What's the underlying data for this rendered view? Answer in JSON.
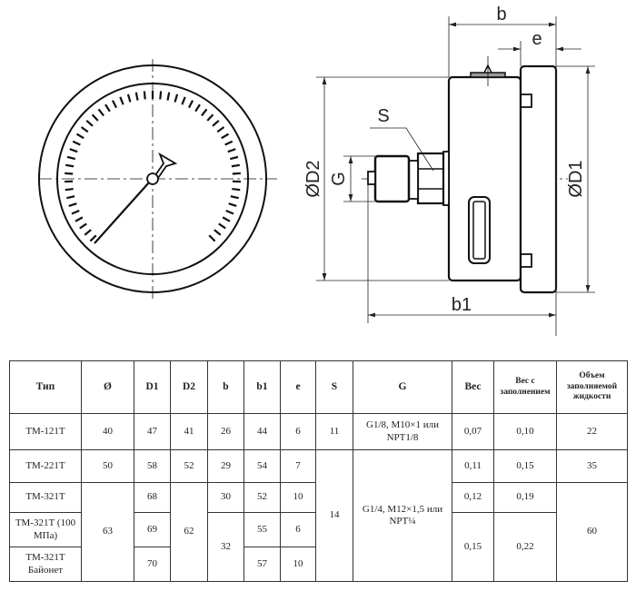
{
  "drawing": {
    "labels": {
      "b": "b",
      "e": "e",
      "S": "S",
      "D2": "ØD2",
      "G": "G",
      "D1": "ØD1",
      "b1": "b1"
    }
  },
  "table": {
    "headers": [
      "Тип",
      "Ø",
      "D1",
      "D2",
      "b",
      "b1",
      "e",
      "S",
      "G",
      "Вес",
      "Вес с заполнением",
      "Объем заполняемой жидкости"
    ],
    "rows": [
      {
        "type": "ТМ-121Т",
        "o": "40",
        "d1": "47",
        "d2": "41",
        "b": "26",
        "b1": "44",
        "e": "6",
        "s": "11",
        "g": "G1/8, M10×1 или NPT1/8",
        "w": "0,07",
        "wf": "0,10",
        "v": "22"
      },
      {
        "type": "ТМ-221Т",
        "o": "50",
        "d1": "58",
        "d2": "52",
        "b": "29",
        "b1": "54",
        "e": "7",
        "s": "14",
        "g": "G1/4, M12×1,5 или NPT¼",
        "w": "0,11",
        "wf": "0,15",
        "v": "35"
      },
      {
        "type": "ТМ-321Т",
        "o": "63",
        "d1": "68",
        "d2": "62",
        "b": "30",
        "b1": "52",
        "e": "10",
        "w": "0,12",
        "wf": "0,19",
        "v": "60"
      },
      {
        "type": "ТМ-321Т (100 МПа)",
        "d1": "69",
        "b": "32",
        "b1": "55",
        "e": "6",
        "w": "0,15",
        "wf": "0,22"
      },
      {
        "type": "ТМ-321Т Байонет",
        "d1": "70",
        "b1": "57",
        "e": "10"
      }
    ]
  }
}
